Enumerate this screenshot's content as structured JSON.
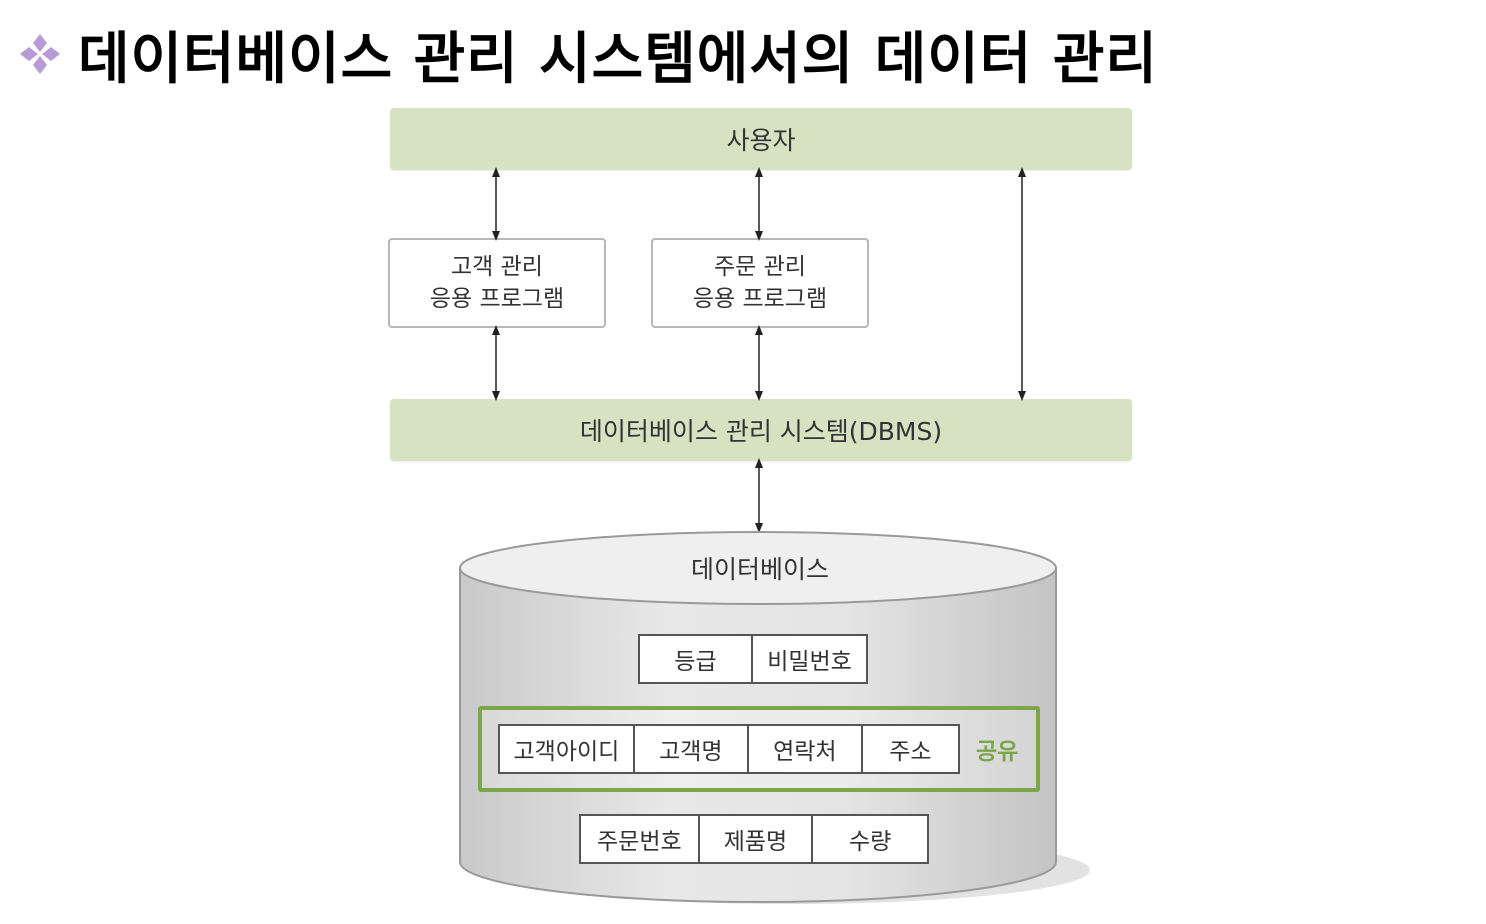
{
  "page": {
    "title": "데이터베이스 관리 시스템에서의 데이터 관리",
    "bullet_icon": "four-diamond-bullet-icon",
    "accent_color": "#b79ad6"
  },
  "user_bar": {
    "label": "사용자",
    "color": "#d6e2c2"
  },
  "apps": [
    {
      "line1": "고객 관리",
      "line2": "응용 프로그램"
    },
    {
      "line1": "주문 관리",
      "line2": "응용 프로그램"
    }
  ],
  "dbms_bar": {
    "label": "데이터베이스 관리 시스템(DBMS)",
    "color": "#d6e2c2"
  },
  "database": {
    "label": "데이터베이스",
    "row1": [
      "등급",
      "비밀번호"
    ],
    "shared_row": [
      "고객아이디",
      "고객명",
      "연락처",
      "주소"
    ],
    "shared_label": "공유",
    "shared_color": "#7ba64a",
    "row3": [
      "주문번호",
      "제품명",
      "수량"
    ]
  }
}
